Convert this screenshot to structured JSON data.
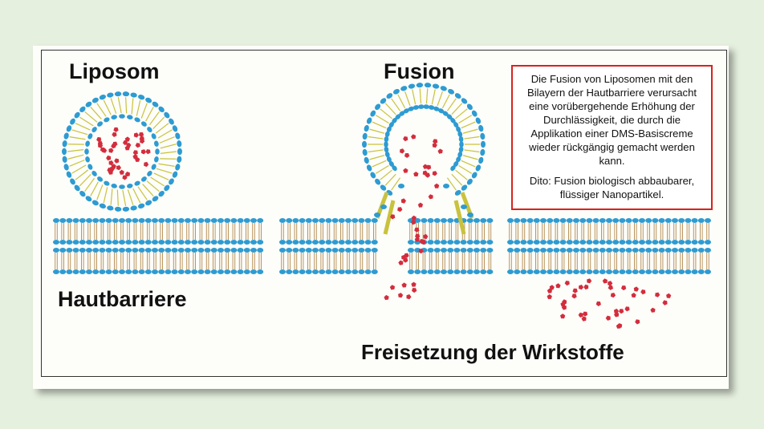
{
  "labels": {
    "liposom": "Liposom",
    "fusion": "Fusion",
    "hautbarriere": "Hautbarriere",
    "freisetzung": "Freisetzung der Wirkstoffe"
  },
  "infobox": {
    "paragraph1": "Die Fusion von Liposomen mit den Bilayern der Hautbarriere verursacht eine vorübergehende Erhöhung der Durchlässigkeit, die durch die Applikation einer DMS-Basiscreme wieder rückgängig gemacht werden kann.",
    "paragraph2": "Dito: Fusion biologisch abbaubarer, flüssiger Nanopartikel."
  },
  "colors": {
    "background": "#e6f0df",
    "head_group": "#2e9bd2",
    "lipid_tail": "#c9c23c",
    "membrane_tail": "#b9945e",
    "particle": "#d32d3d",
    "info_border": "#d8231f"
  }
}
